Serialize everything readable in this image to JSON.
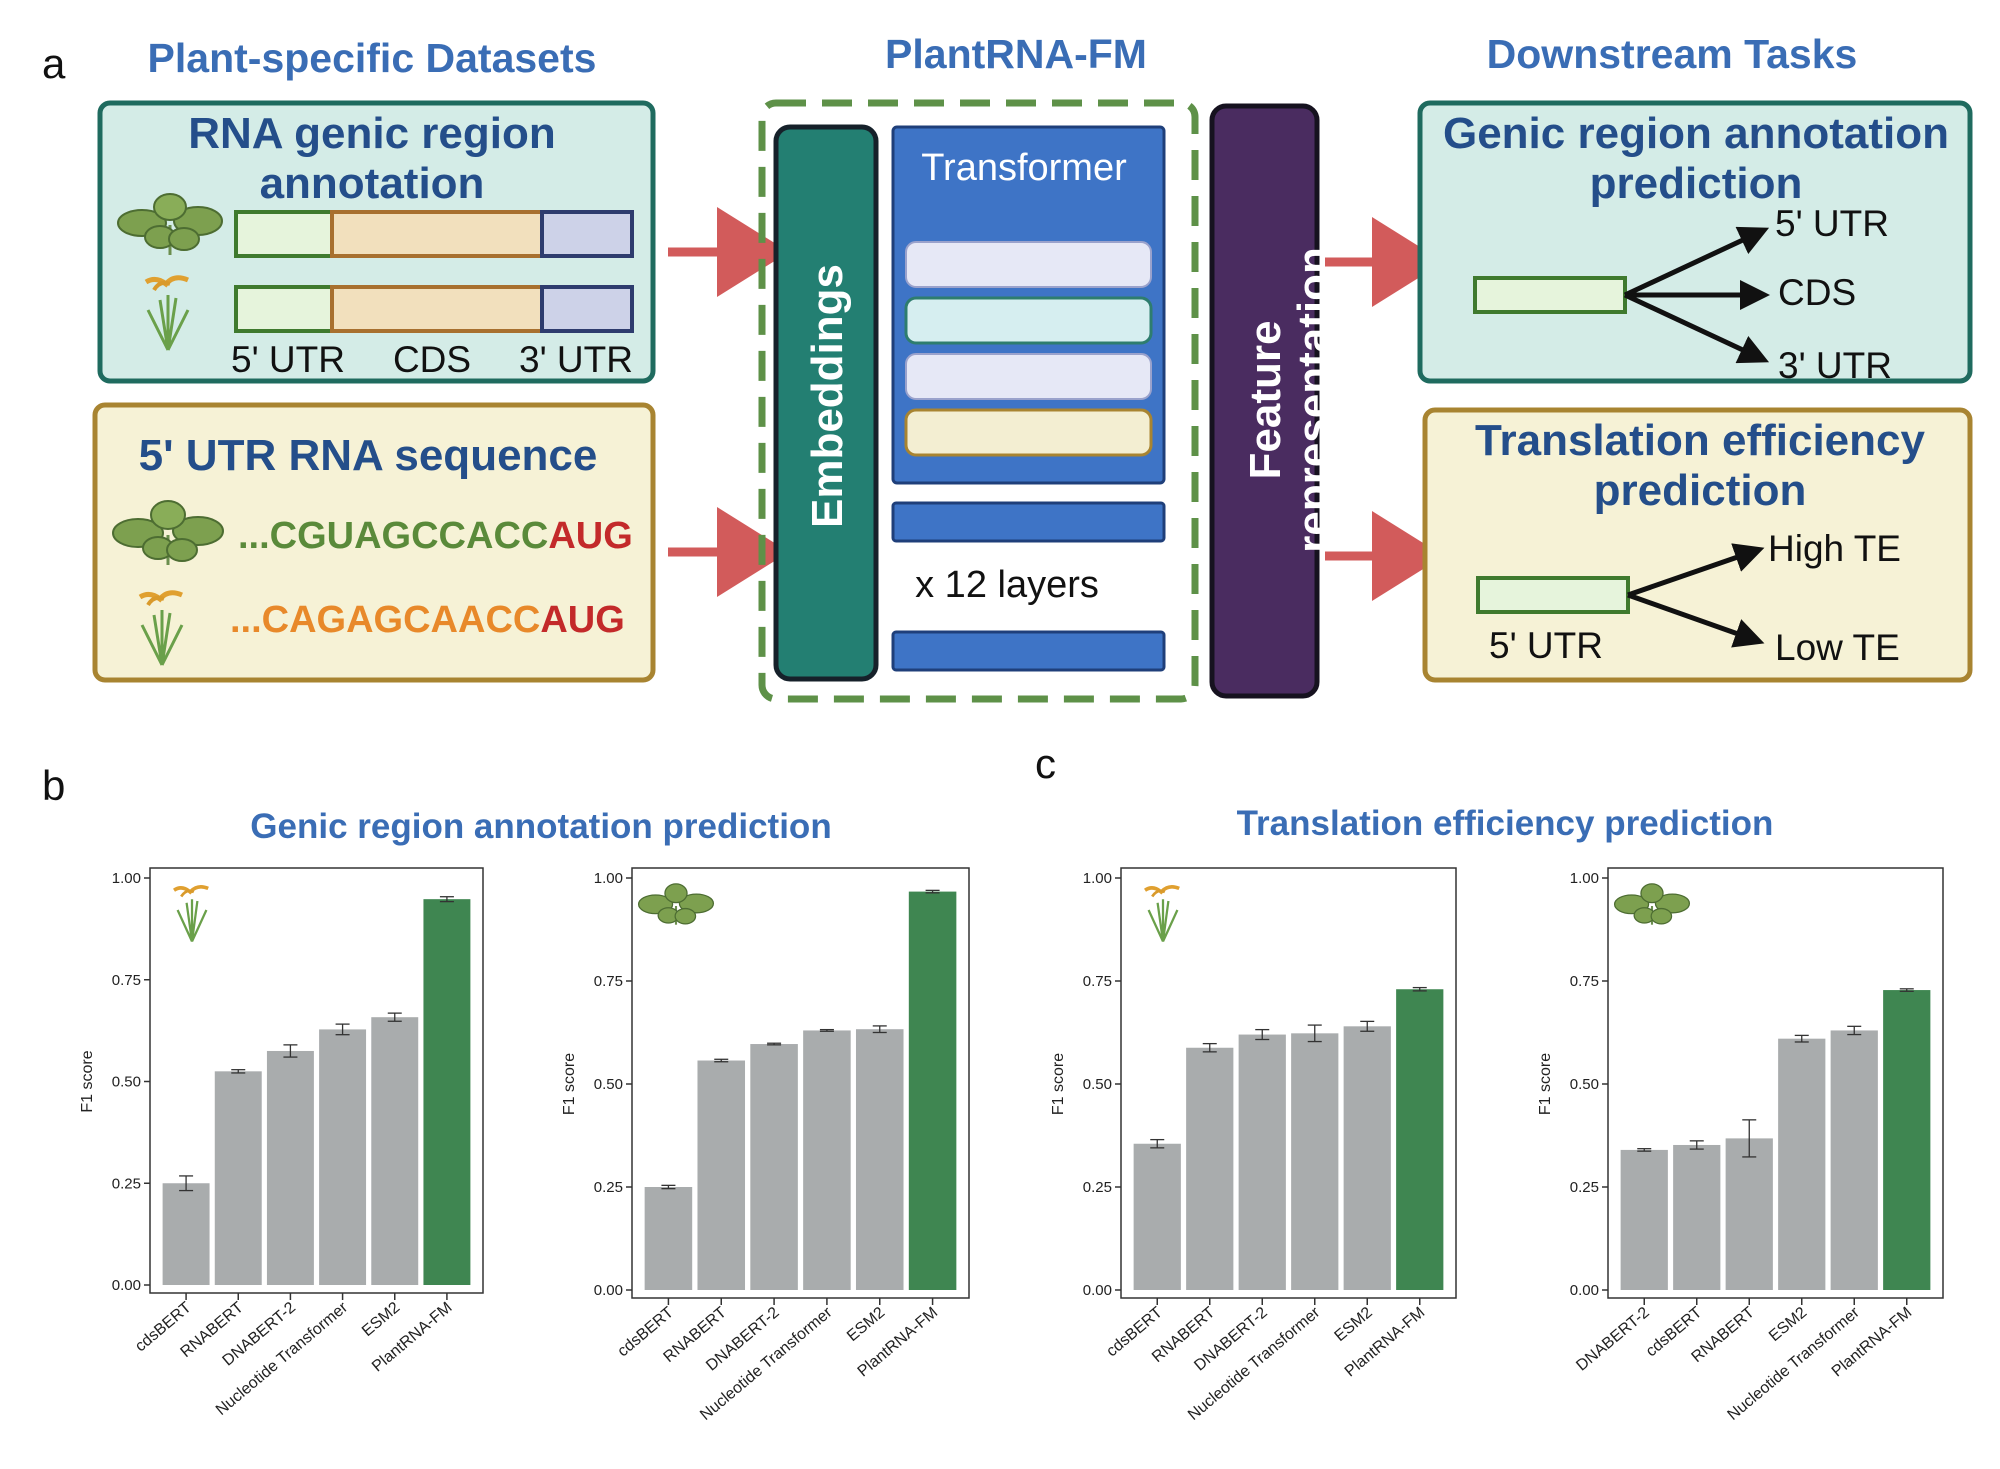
{
  "panel_labels": {
    "a": "a",
    "b": "b",
    "c": "c"
  },
  "diagram": {
    "section_titles": {
      "datasets": "Plant-specific Datasets",
      "model": "PlantRNA-FM",
      "tasks": "Downstream Tasks"
    },
    "genic_box": {
      "title_line1": "RNA genic region",
      "title_line2": "annotation",
      "labels": [
        "5' UTR",
        "CDS",
        "3' UTR"
      ]
    },
    "utr_box": {
      "title": "5' UTR RNA sequence",
      "seq1_prefix": "...CGUAGCCACC",
      "seq1_codon": "AUG",
      "seq2_prefix": "...CAGAGCAACC",
      "seq2_codon": "AUG"
    },
    "embeddings_label": "Embeddings",
    "transformer_label": "Transformer",
    "layers_label": "x 12 layers",
    "feature_label_line1": "Feature",
    "feature_label_line2": "representation",
    "task1": {
      "title_line1": "Genic region annotation",
      "title_line2": "prediction",
      "outputs": [
        "5' UTR",
        "CDS",
        "3' UTR"
      ]
    },
    "task2": {
      "title_line1": "Translation efficiency",
      "title_line2": "prediction",
      "input_label": "5' UTR",
      "outputs": [
        "High TE",
        "Low TE"
      ]
    },
    "colors": {
      "title_blue": "#3a6db5",
      "dark_blue": "#244e8a",
      "teal_box_fill": "#d4ece7",
      "teal_border": "#1f6b5f",
      "yellow_box_fill": "#f6f2d6",
      "yellow_border": "#a88431",
      "embeddings_fill": "#237f72",
      "transformer_fill": "#3e74c6",
      "feature_fill": "#4a2c60",
      "arrow_red": "#d25b5b",
      "codon_red": "#c32a2a",
      "seq_green": "#5a8a3a",
      "seq_orange": "#e8892a",
      "bar_gray": "#a9acad",
      "bar_green": "#3f8651"
    }
  },
  "charts": {
    "b_title": "Genic region annotation prediction",
    "c_title": "Translation efficiency prediction"
  },
  "chart_data": [
    {
      "type": "bar",
      "panel": "b",
      "icon": "rice-icon",
      "ylabel": "F1 score",
      "ylim": [
        0,
        1
      ],
      "yticks": [
        "0.00",
        "0.25",
        "0.50",
        "0.75",
        "1.00"
      ],
      "categories": [
        "cdsBERT",
        "RNABERT",
        "DNABERT-2",
        "Nucleotide Transformer",
        "ESM2",
        "PlantRNA-FM"
      ],
      "values": [
        0.25,
        0.525,
        0.575,
        0.628,
        0.658,
        0.948
      ],
      "errors": [
        0.018,
        0.004,
        0.015,
        0.013,
        0.01,
        0.006
      ],
      "highlight": "PlantRNA-FM"
    },
    {
      "type": "bar",
      "panel": "b",
      "icon": "arabidopsis-icon",
      "ylabel": "F1 score",
      "ylim": [
        0,
        1
      ],
      "yticks": [
        "0.00",
        "0.25",
        "0.50",
        "0.75",
        "1.00"
      ],
      "categories": [
        "cdsBERT",
        "RNABERT",
        "DNABERT-2",
        "Nucleotide Transformer",
        "ESM2",
        "PlantRNA-FM"
      ],
      "values": [
        0.25,
        0.557,
        0.597,
        0.63,
        0.633,
        0.967
      ],
      "errors": [
        0.004,
        0.003,
        0.002,
        0.002,
        0.008,
        0.003
      ],
      "highlight": "PlantRNA-FM"
    },
    {
      "type": "bar",
      "panel": "c",
      "icon": "rice-icon",
      "ylabel": "F1 score",
      "ylim": [
        0,
        1
      ],
      "yticks": [
        "0.00",
        "0.25",
        "0.50",
        "0.75",
        "1.00"
      ],
      "categories": [
        "cdsBERT",
        "RNABERT",
        "DNABERT-2",
        "Nucleotide Transformer",
        "ESM2",
        "PlantRNA-FM"
      ],
      "values": [
        0.355,
        0.588,
        0.62,
        0.623,
        0.64,
        0.73
      ],
      "errors": [
        0.01,
        0.01,
        0.012,
        0.02,
        0.012,
        0.004
      ],
      "highlight": "PlantRNA-FM"
    },
    {
      "type": "bar",
      "panel": "c",
      "icon": "arabidopsis-icon",
      "ylabel": "F1 score",
      "ylim": [
        0,
        1
      ],
      "yticks": [
        "0.00",
        "0.25",
        "0.50",
        "0.75",
        "1.00"
      ],
      "categories": [
        "DNABERT-2",
        "cdsBERT",
        "RNABERT",
        "ESM2",
        "Nucleotide Transformer",
        "PlantRNA-FM"
      ],
      "values": [
        0.34,
        0.352,
        0.368,
        0.61,
        0.63,
        0.728
      ],
      "errors": [
        0.003,
        0.01,
        0.045,
        0.008,
        0.01,
        0.003
      ],
      "highlight": "PlantRNA-FM"
    }
  ]
}
